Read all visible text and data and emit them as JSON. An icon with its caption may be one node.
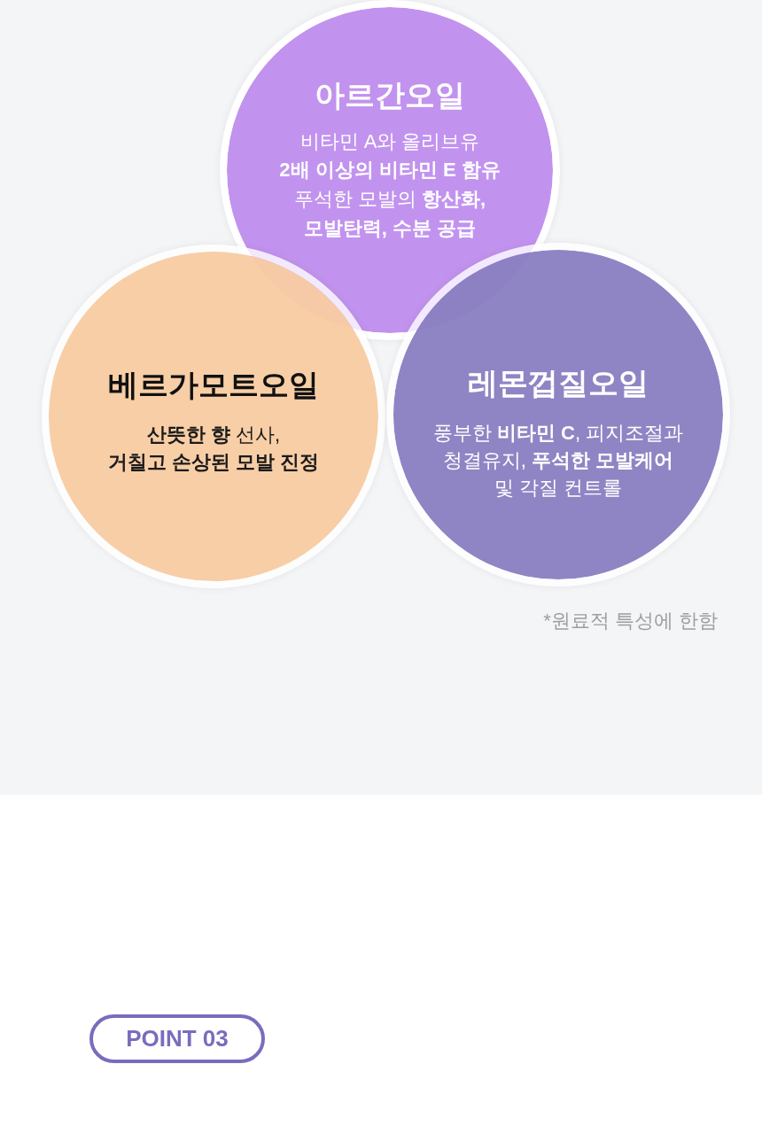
{
  "diagram": {
    "nodes": [
      {
        "text": [
          "아르간오일",
          "비타민 A와 올리브유 **2배 이상의 비타민 E 함유** 푸석한 모발의 **항산화, 모발탄력, 수분 공급**"
        ]
      },
      {
        "text": [
          "베르가모트오일",
          "**산뜻한 향** 선사, **거칠고 손상된 모발 진정**"
        ]
      },
      {
        "text": [
          "레몬껍질오일",
          "풍부한 **비타민 C**, 피지조절과 청결유지, **푸석한 모발케어** 및 각질 컨트롤"
        ]
      },
      {
        "text": [
          "POINT 03"
        ]
      }
    ],
    "labels": [
      "*원료적 특성에 한함"
    ]
  }
}
